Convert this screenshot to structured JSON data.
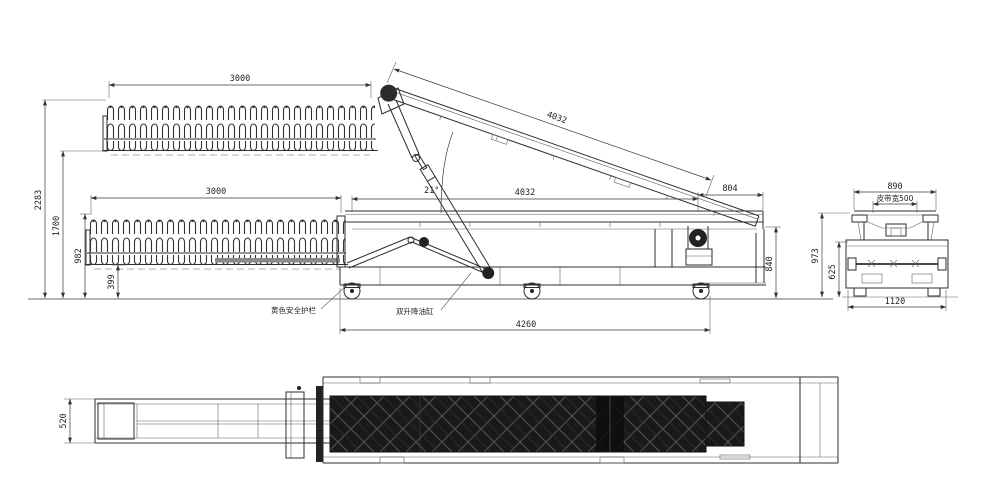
{
  "side_view": {
    "dims": {
      "top_boom": "3000",
      "slope_belt": "4032",
      "bottom_boom": "3000",
      "angle": "21°",
      "horiz_belt": "4032",
      "drive_section": "804",
      "h_overall": "2283",
      "h_boom_raised": "1700",
      "h_boom_lowered": "982",
      "h_boom_bottom": "399",
      "h_discharge": "840",
      "base_length": "4260"
    },
    "labels": {
      "safety_guard": "黄色安全护栏",
      "lift_cylinder": "双升降油缸"
    }
  },
  "end_view": {
    "dims": {
      "top_width": "890",
      "belt_width_label": "皮带宽500",
      "h_overall": "973",
      "h_frame": "625",
      "base_width": "1120"
    }
  },
  "plan_view": {
    "dims": {
      "boom_width": "520"
    }
  },
  "colors": {
    "line": "#2e2e2e",
    "belt_fill": "#191919",
    "background": "#ffffff"
  }
}
